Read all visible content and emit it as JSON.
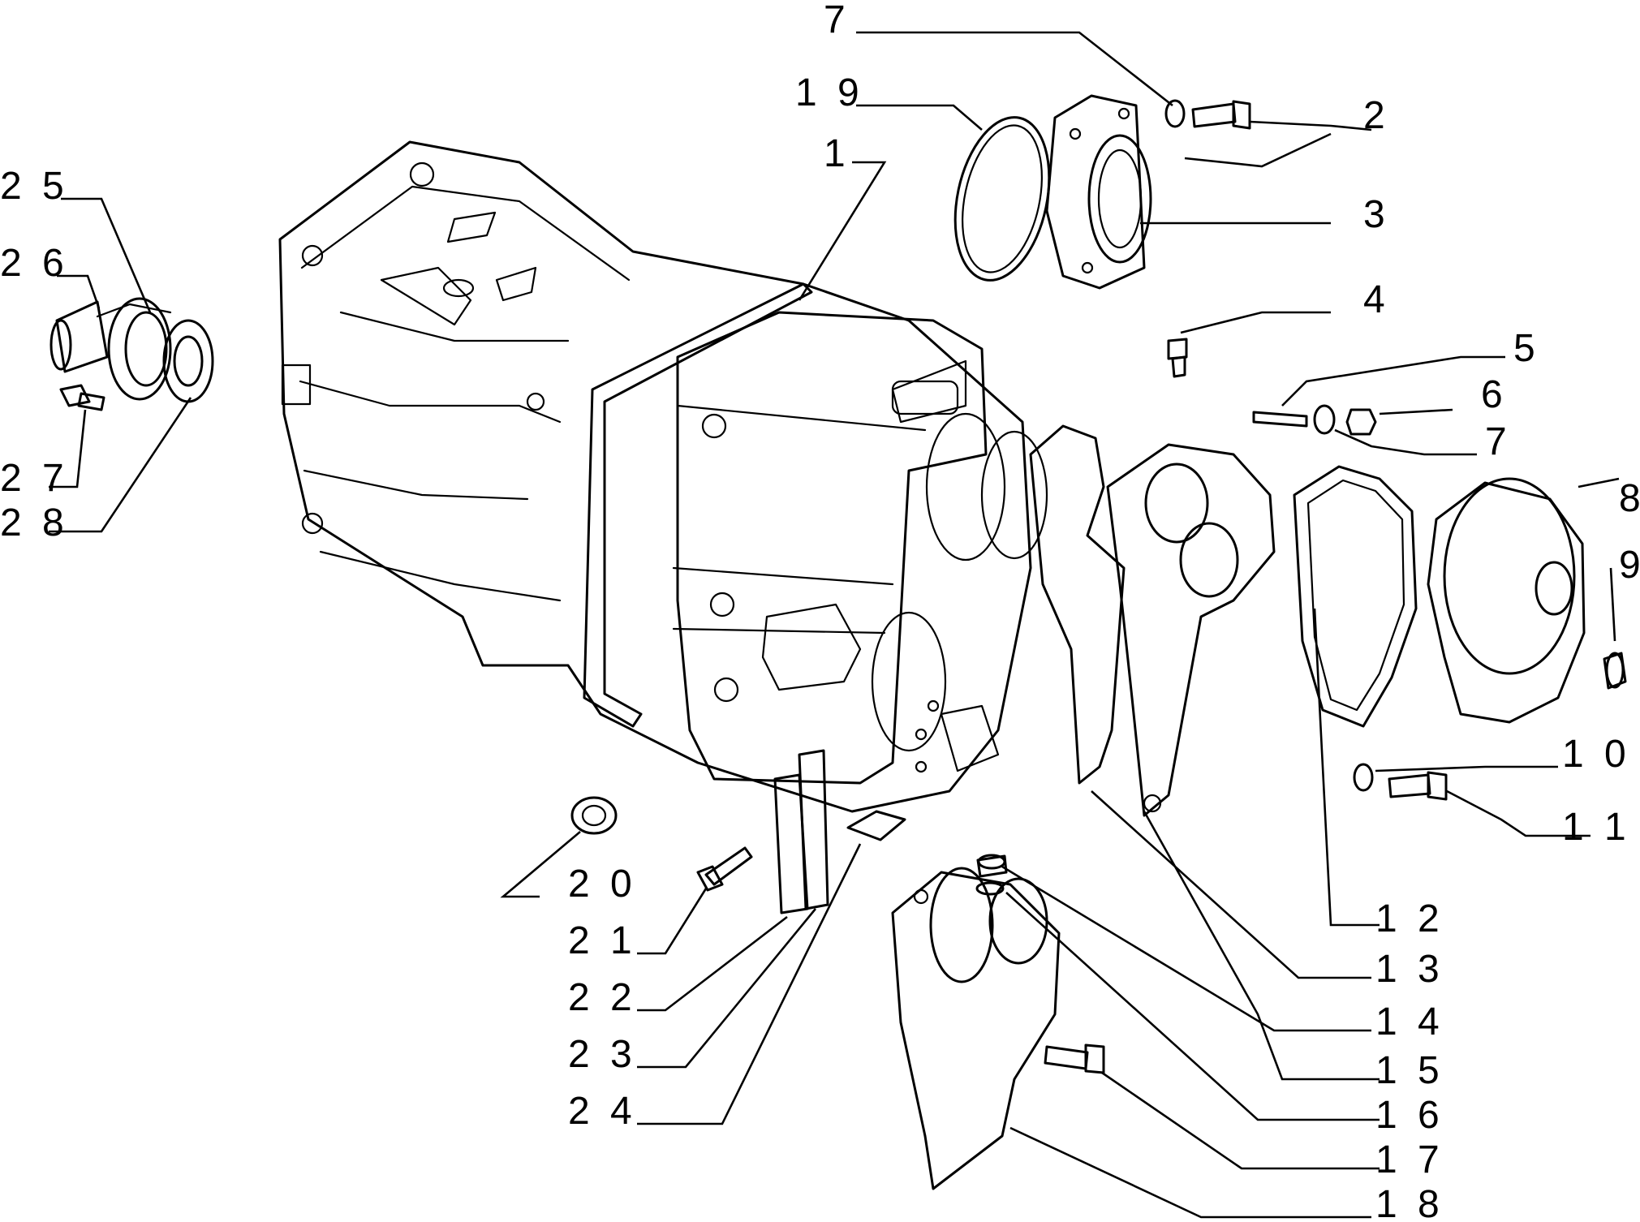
{
  "diagram": {
    "callouts": [
      {
        "id": "c7a",
        "label": "7"
      },
      {
        "id": "c19",
        "label": "1 9"
      },
      {
        "id": "c2",
        "label": "2"
      },
      {
        "id": "c1",
        "label": "1"
      },
      {
        "id": "c3",
        "label": "3"
      },
      {
        "id": "c25",
        "label": "2 5"
      },
      {
        "id": "c26",
        "label": "2 6"
      },
      {
        "id": "c27",
        "label": "2 7"
      },
      {
        "id": "c28",
        "label": "2 8"
      },
      {
        "id": "c4",
        "label": "4"
      },
      {
        "id": "c5",
        "label": "5"
      },
      {
        "id": "c6",
        "label": "6"
      },
      {
        "id": "c7b",
        "label": "7"
      },
      {
        "id": "c8",
        "label": "8"
      },
      {
        "id": "c9",
        "label": "9"
      },
      {
        "id": "c10",
        "label": "1 0"
      },
      {
        "id": "c11",
        "label": "1 1"
      },
      {
        "id": "c12",
        "label": "1 2"
      },
      {
        "id": "c13",
        "label": "1 3"
      },
      {
        "id": "c14",
        "label": "1 4"
      },
      {
        "id": "c15",
        "label": "1 5"
      },
      {
        "id": "c16",
        "label": "1 6"
      },
      {
        "id": "c17",
        "label": "1 7"
      },
      {
        "id": "c18",
        "label": "1 8"
      },
      {
        "id": "c20",
        "label": "2 0"
      },
      {
        "id": "c21",
        "label": "2 1"
      },
      {
        "id": "c22",
        "label": "2 2"
      },
      {
        "id": "c23",
        "label": "2 3"
      },
      {
        "id": "c24",
        "label": "2 4"
      }
    ]
  }
}
